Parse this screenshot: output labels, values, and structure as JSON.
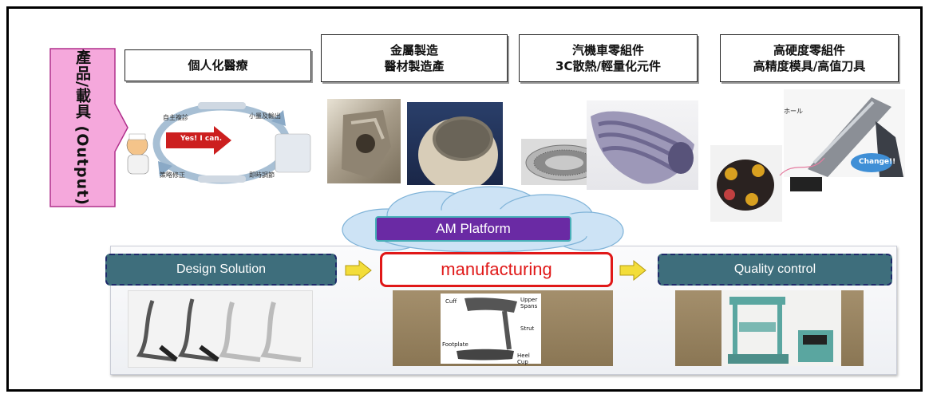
{
  "output_label": "產品/載具 (Output)",
  "categories": [
    {
      "lines": [
        "個人化醫療"
      ]
    },
    {
      "lines": [
        "金屬製造",
        "醫材製造產"
      ]
    },
    {
      "lines": [
        "汽機車零組件",
        "3C散熱/輕量化元件"
      ]
    },
    {
      "lines": [
        "高硬度零組件",
        "高精度模具/高值刀具"
      ]
    }
  ],
  "medical_diagram": {
    "center_text": "Yes! I can.",
    "step_labels": [
      "自主複診",
      "小量及輸出",
      "即時調節",
      "策略修正"
    ]
  },
  "cloud_label": "AM Platform",
  "stages": {
    "design": "Design Solution",
    "manufacturing": "manufacturing",
    "quality": "Quality control"
  },
  "afo_labels": [
    "Cuff",
    "Upper Spans",
    "Strut",
    "Footplate",
    "Heel Cup"
  ],
  "tool_labels": [
    "ホール",
    "Change!!"
  ],
  "colors": {
    "pink": "#f5a8dc",
    "stage": "#3e6e7c",
    "red": "#e01818",
    "purple": "#6a2aa4",
    "arrow": "#f3dd3a"
  }
}
